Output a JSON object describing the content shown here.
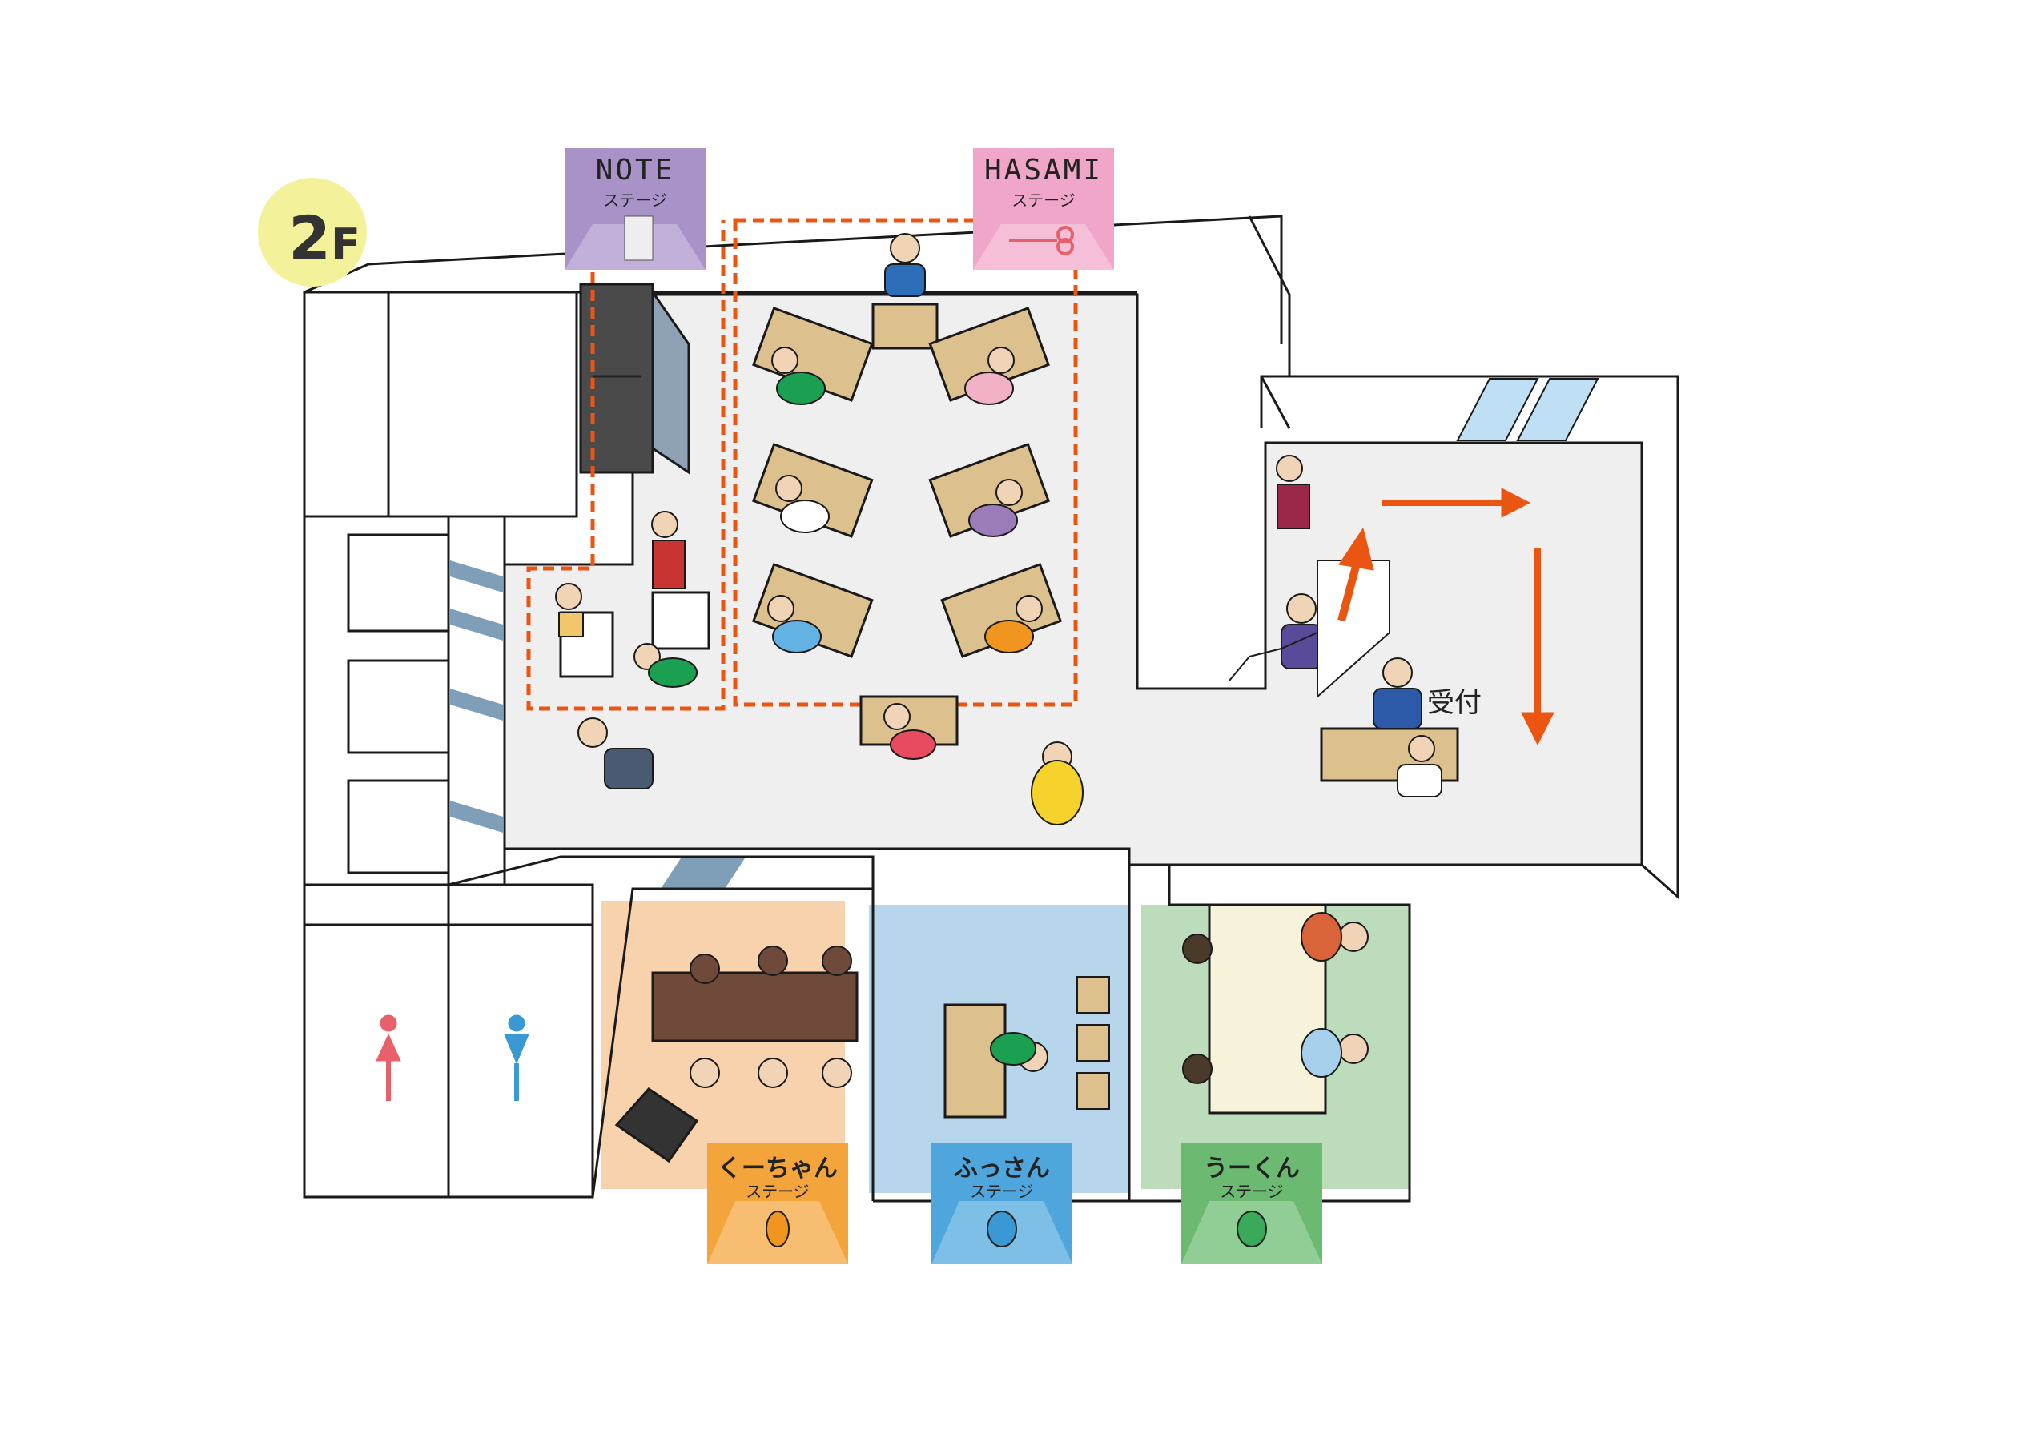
{
  "floor": {
    "label_big": "2",
    "label_small": "F",
    "badge_color": "#f3f29a"
  },
  "stages": {
    "note": {
      "title": "NOTE",
      "subtitle": "ステージ",
      "color": "#a992c8"
    },
    "hasami": {
      "title": "HASAMI",
      "subtitle": "ステージ",
      "color": "#f0a6c8"
    },
    "kuchan": {
      "title": "くーちゃん",
      "subtitle": "ステージ",
      "color": "#f3a43a",
      "room_color": "#f7d2ac"
    },
    "fussan": {
      "title": "ふっさん",
      "subtitle": "ステージ",
      "color": "#4fa6dc",
      "room_color": "#b7d6ec"
    },
    "ukun": {
      "title": "うーくん",
      "subtitle": "ステージ",
      "color": "#6cba72",
      "room_color": "#bcdcbc"
    }
  },
  "reception": {
    "label": "受付"
  },
  "colors": {
    "floor": "#efefef",
    "route": "#ea5512",
    "female_wc": "#e8606a",
    "male_wc": "#3a98d5",
    "window": "#bfe0f4"
  },
  "icons": [
    "female-restroom-icon",
    "male-restroom-icon",
    "notebook-icon",
    "scissors-icon",
    "route-arrow-icon"
  ]
}
